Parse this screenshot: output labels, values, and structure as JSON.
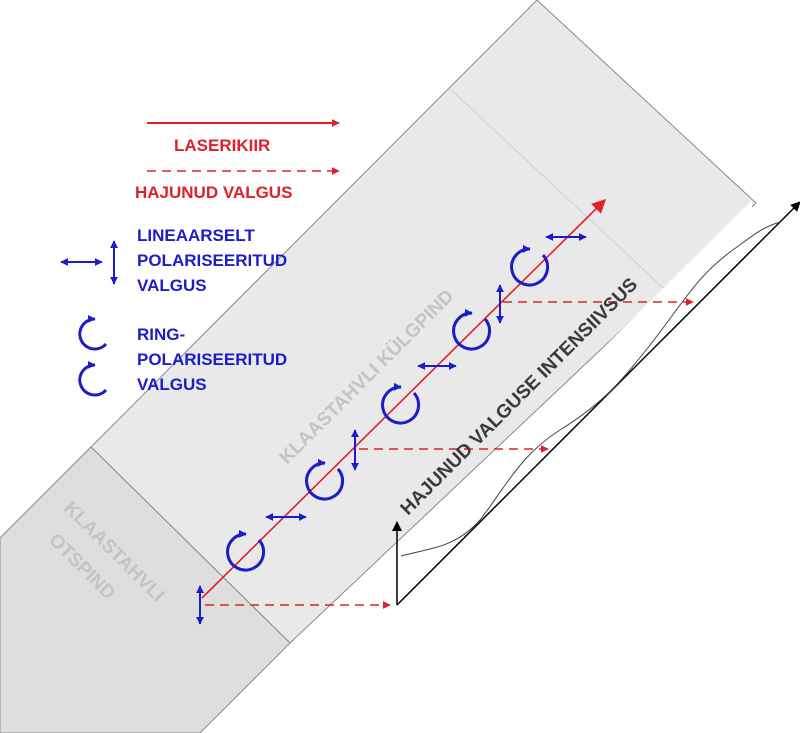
{
  "legend": {
    "laser": "LASERIKIIR",
    "scattered": "HAJUNUD VALGUS",
    "linear_1": "LINEAARSELT",
    "linear_2": "POLARISEERITUD",
    "linear_3": "VALGUS",
    "circular_1": "RING-",
    "circular_2": "POLARISEERITUD",
    "circular_3": "VALGUS"
  },
  "plate": {
    "side_label": "KLAASTAHVLI KÜLGPIND",
    "end_label_1": "KLAASTAHVLI",
    "end_label_2": "OTSPIND"
  },
  "graph": {
    "axis_label": "HAJUNUD VALGUSE INTENSIIVSUS"
  },
  "colors": {
    "laser": "#e0202a",
    "polarization": "#1c1cc8",
    "plate_fill": "#e9e9e9",
    "plate_edge": "#8a8a8a",
    "label_grey": "#c4c4c4",
    "axis": "#000000"
  }
}
